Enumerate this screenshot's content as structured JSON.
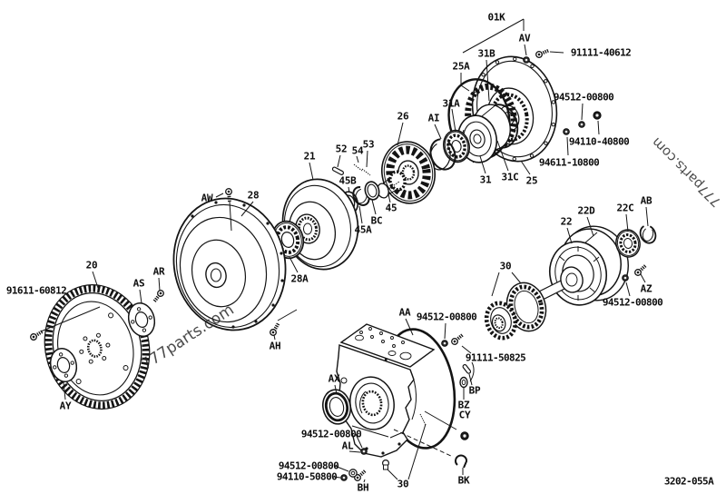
{
  "figure": {
    "code": "3202-055A"
  },
  "palette": {
    "ink": "#141414",
    "background": "#ffffff"
  },
  "watermarks": {
    "center": "777parts.com",
    "top_right": "777parts.com"
  },
  "callouts": {
    "c01k": "01K",
    "cav": "AV",
    "c31b": "31B",
    "c25a": "25A",
    "c31a": "31A",
    "cai": "AI",
    "c26": "26",
    "c21": "21",
    "c52": "52",
    "c53": "53",
    "c54": "54",
    "c45b": "45B",
    "c45a": "45A",
    "cbc": "BC",
    "c45": "45",
    "c31": "31",
    "c31c": "31C",
    "c25": "25",
    "c28": "28",
    "c28a": "28A",
    "caw": "AW",
    "cah": "AH",
    "c20": "20",
    "car": "AR",
    "cas": "AS",
    "cay": "AY",
    "c22": "22",
    "c22d": "22D",
    "c22c": "22C",
    "cab": "AB",
    "caz": "AZ",
    "c30_top": "30",
    "c30_bottom": "30",
    "caa": "AA",
    "cax": "AX",
    "cbp": "BP",
    "cbz": "BZ",
    "ccy": "CY",
    "cbk": "BK",
    "cal": "AL",
    "cbh": "BH"
  },
  "part_numbers": {
    "p91111_40612": "91111-40612",
    "p94512_00800_top": "94512-00800",
    "p94110_40800": "94110-40800",
    "p94611_10800": "94611-10800",
    "p91611_60812": "91611-60812",
    "p94512_00800_right": "94512-00800",
    "p94512_00800_case": "94512-00800",
    "p91111_50825": "91111-50825",
    "p94512_00800_al": "94512-00800",
    "p94512_00800_bh": "94512-00800",
    "p94110_50800": "94110-50800"
  }
}
